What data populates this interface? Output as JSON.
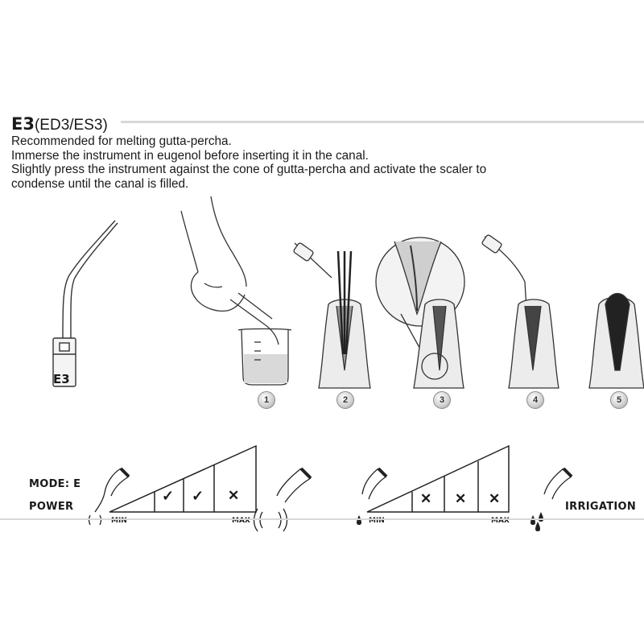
{
  "header": {
    "code": "E3",
    "variants": "(ED3/ES3)"
  },
  "instructions": [
    "Recommended for melting gutta-percha.",
    "Immerse the instrument in eugenol before inserting it in the canal.",
    "Slightly press the instrument against the cone of gutta-percha and activate the scaler to",
    "condense until the canal is filled."
  ],
  "tip_label": "E3",
  "steps": [
    "1",
    "2",
    "3",
    "4",
    "5"
  ],
  "power": {
    "mode_label": "MODE: E",
    "power_label": "POWER",
    "min_label": "MIN",
    "max_label": "MAX",
    "levels": [
      "check",
      "check",
      "cross"
    ]
  },
  "irrigation": {
    "label": "IRRIGATION",
    "min_label": "MIN",
    "max_label": "MAX",
    "levels": [
      "cross",
      "cross",
      "cross"
    ]
  },
  "icons": [
    "check-icon",
    "cross-icon",
    "vibration-icon",
    "water-drop-icon",
    "scaler-handpiece-icon"
  ]
}
